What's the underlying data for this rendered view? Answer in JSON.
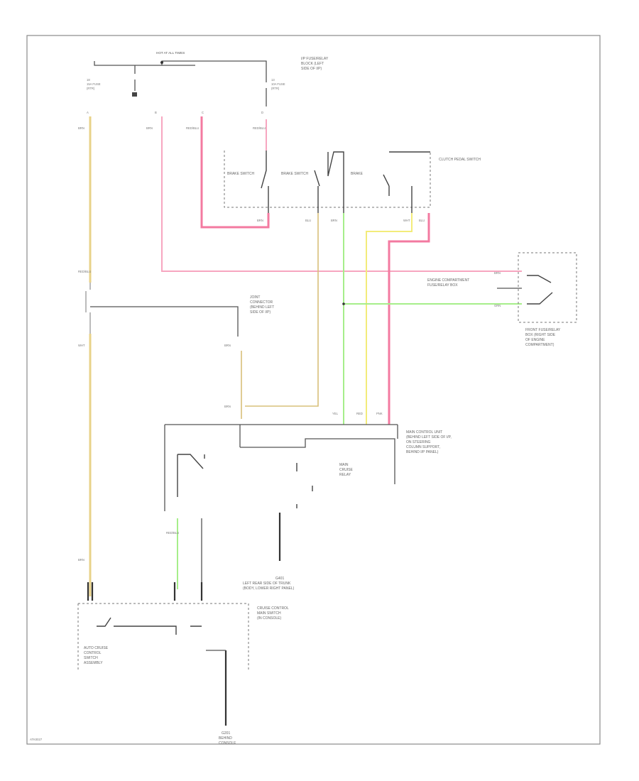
{
  "diagram": {
    "title": "",
    "fuse_box_label": "HOT AT ALL TIMES",
    "fuse_box_desc": [
      "I/P FUSE/RELAY",
      "BLOCK (LEFT",
      "SIDE OF I/P)"
    ],
    "fuse_left": [
      "18",
      "15A FUSE",
      "(RTR)"
    ],
    "fuse_right": [
      "13",
      "10A FUSE",
      "(RTR)"
    ],
    "pin_labels": [
      "A",
      "B",
      "C",
      "D"
    ],
    "wire_codes": [
      "BRN",
      "BRN",
      "RED/BLU",
      "RED/BLU",
      "RED/BLU",
      "WHT",
      "BRN",
      "BRN",
      "BRN",
      "BRN",
      "BLU",
      "BRN",
      "WHT",
      "BLU",
      "BRN",
      "GRN",
      "YEL",
      "RED",
      "PNK",
      "RED/BLU"
    ],
    "switch_labels": [
      "BRAKE SWITCH",
      "BRAKE SWITCH",
      "BRAKE",
      "CLUTCH PEDAL SWITCH"
    ],
    "cluster_label": [
      "AUTO CRUISE",
      "CONTROL",
      "SWITCH",
      "ASSEMBLY"
    ],
    "right_module_label": [
      "FRONT FUSE/RELAY",
      "BOX (RIGHT SIDE",
      "OF ENGINE",
      "COMPARTMENT)"
    ],
    "right_module_desc": [
      "ENGINE COMPARTMENT",
      "FUSE/RELAY BOX"
    ],
    "connector_label": [
      "JOINT",
      "CONNECTOR",
      "(BEHIND LEFT",
      "SIDE OF I/P)"
    ],
    "relay_label": [
      "MAIN",
      "CRUISE",
      "RELAY"
    ],
    "control_unit_label": [
      "MAIN CONTROL UNIT",
      "(BEHIND LEFT SIDE OF I/P,",
      "ON STEERING",
      "COLUMN SUPPORT,",
      "BEHIND I/P PANEL)"
    ],
    "ground_label": [
      "G401",
      "LEFT REAR SIDE OF TRUNK",
      "(BODY, LOWER RIGHT PANEL)"
    ],
    "bottom_right_label": [
      "CRUISE CONTROL",
      "MAIN SWITCH",
      "(IN CONSOLE)"
    ],
    "bottom_ground_label": [
      "G201",
      "BEHIND",
      "CONSOLE"
    ],
    "diagram_code": "ATK0027"
  }
}
